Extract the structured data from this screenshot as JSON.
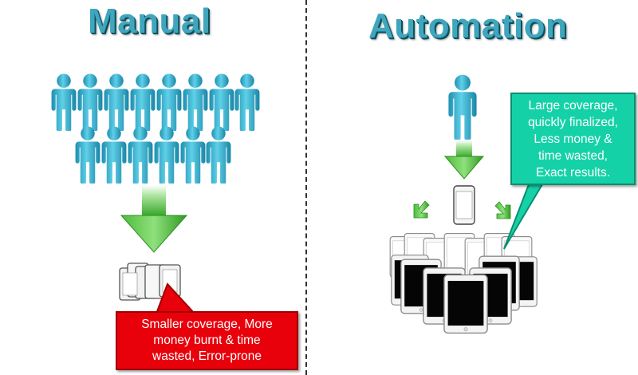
{
  "manual": {
    "title": "Manual",
    "callout": "Smaller coverage, More\nmoney burnt & time\nwasted, Error-prone",
    "callout_color": "#e8000b"
  },
  "automation": {
    "title": "Automation",
    "callout": "Large coverage,\nquickly finalized,\nLess money &\ntime wasted,\nExact results.",
    "callout_color": "#15d1a8"
  },
  "colors": {
    "person": "#2aa8c8",
    "arrow": "#3cb531",
    "title": "#3fa6bd"
  },
  "icons": [
    "person-icon",
    "down-arrow-icon",
    "phone-icon",
    "tablet-icon",
    "diagonal-arrow-icon"
  ]
}
